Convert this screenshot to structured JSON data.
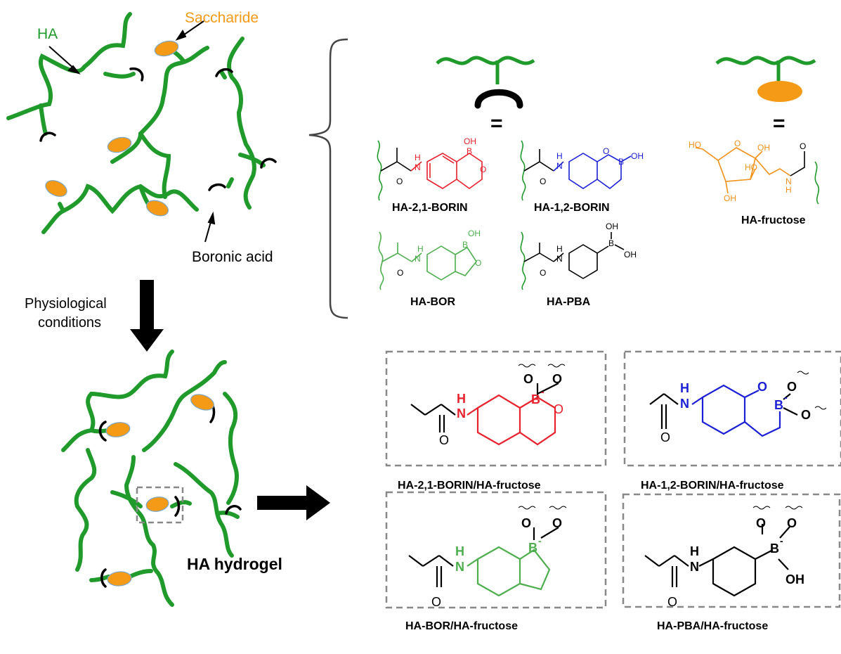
{
  "colors": {
    "ha_green": "#1f9a2b",
    "light_green": "#4cae4c",
    "saccharide_orange": "#f59a16",
    "fructose_orange": "#f39019",
    "red": "#e8212c",
    "blue": "#1b1fd6",
    "black": "#000000",
    "dash_gray": "#888888"
  },
  "labels": {
    "ha": "HA",
    "saccharide": "Saccharide",
    "boronic_acid": "Boronic acid",
    "physio_line1": "Physiological",
    "physio_line2": "conditions",
    "hydrogel": "HA hydrogel",
    "equals1": "=",
    "equals2": "="
  },
  "monomers": [
    {
      "name": "HA-2,1-BORIN",
      "color": "red"
    },
    {
      "name": "HA-1,2-BORIN",
      "color": "blue"
    },
    {
      "name": "HA-fructose",
      "color": "orange"
    },
    {
      "name": "HA-BOR",
      "color": "light-green"
    },
    {
      "name": "HA-PBA",
      "color": "black"
    }
  ],
  "complexes": [
    {
      "name": "HA-2,1-BORIN/HA-fructose",
      "color": "red"
    },
    {
      "name": "HA-1,2-BORIN/HA-fructose",
      "color": "blue"
    },
    {
      "name": "HA-BOR/HA-fructose",
      "color": "light-green"
    },
    {
      "name": "HA-PBA/HA-fructose",
      "color": "black"
    }
  ],
  "atoms": {
    "OH": "OH",
    "O": "O",
    "B": "B",
    "H": "H",
    "N": "N",
    "HO": "HO",
    "Bminus": "B",
    "minus": "-"
  }
}
